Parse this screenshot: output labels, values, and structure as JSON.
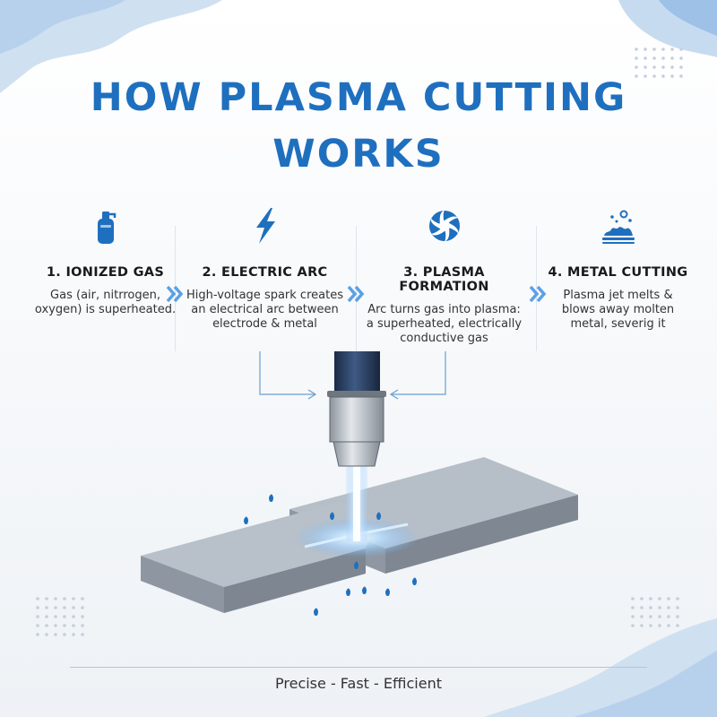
{
  "title": {
    "line1": "HOW PLASMA CUTTING",
    "line2": "WORKS"
  },
  "steps": [
    {
      "title": "1. IONIZED GAS",
      "desc_lines": [
        "Gas (air, nitrrogen,",
        "oxygen) is superheated."
      ],
      "icon": "gas-cylinder-icon"
    },
    {
      "title": "2. ELECTRIC ARC",
      "desc_lines": [
        "High-voltage spark creates",
        "an electrical arc between",
        "electrode & metal"
      ],
      "icon": "lightning-bolt-icon"
    },
    {
      "title": "3. PLASMA FORMATION",
      "desc_lines": [
        "Arc turns gas into plasma:",
        "a superheated, electrically",
        "conductive gas"
      ],
      "icon": "aperture-swirl-icon"
    },
    {
      "title": "4. METAL CUTTING",
      "desc_lines": [
        "Plasma jet melts &",
        "blows away molten",
        "metal, severig it"
      ],
      "icon": "molten-metal-icon"
    }
  ],
  "footer": "Precise - Fast - Efficient",
  "colors": {
    "accent": "#1f6fbf",
    "light_accent": "#5aa0e6",
    "metal": "#9aa3ad",
    "torch_dark": "#2a3f5f"
  }
}
